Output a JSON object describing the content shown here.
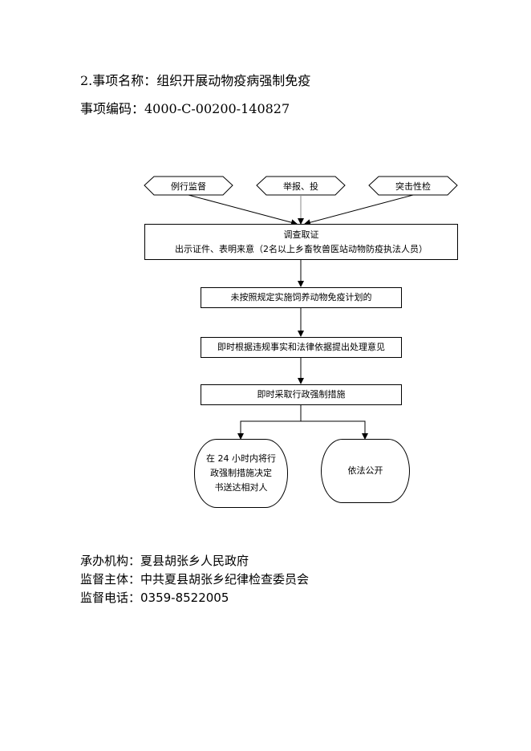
{
  "heading": {
    "title": "2.事项名称：组织开展动物疫病强制免疫",
    "code": "事项编码：4000-C-00200-140827"
  },
  "flow": {
    "sources": [
      "例行监督",
      "举报、投",
      "突击性检"
    ],
    "investigate_title": "调查取证",
    "investigate_detail": "出示证件、表明来意（2名以上乡畜牧兽医站动物防疫执法人员）",
    "step1": "未按照规定实施饲养动物免疫计划的",
    "step2": "即时根据违规事实和法律依据提出处理意见",
    "step3": "即时采取行政强制措施",
    "end_left": [
      "在 24 小时内将行",
      "政强制措施决定",
      "书送达相对人"
    ],
    "end_right": "依法公开"
  },
  "footer": {
    "org": "承办机构：夏县胡张乡人民政府",
    "supervisor": "监督主体：中共夏县胡张乡纪律检查委员会",
    "phone": "监督电话：0359-8522005"
  }
}
